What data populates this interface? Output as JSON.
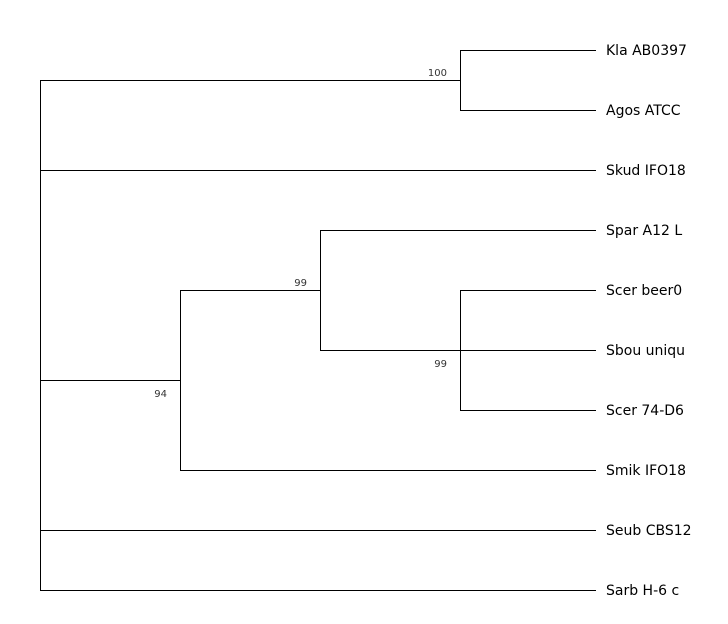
{
  "tree": {
    "leaves": [
      "Kla AB0397",
      "Agos ATCC",
      "Skud IFO18",
      "Spar A12 L",
      "Scer beer0",
      "Sbou uniqu",
      "Scer 74-D6",
      "Smik IFO18",
      "Seub CBS12",
      "Sarb H-6 c"
    ],
    "support_values": [
      "100",
      "99",
      "99",
      "94"
    ],
    "colors": {
      "line": "#000000",
      "text": "#000000",
      "support": "#333333"
    }
  }
}
